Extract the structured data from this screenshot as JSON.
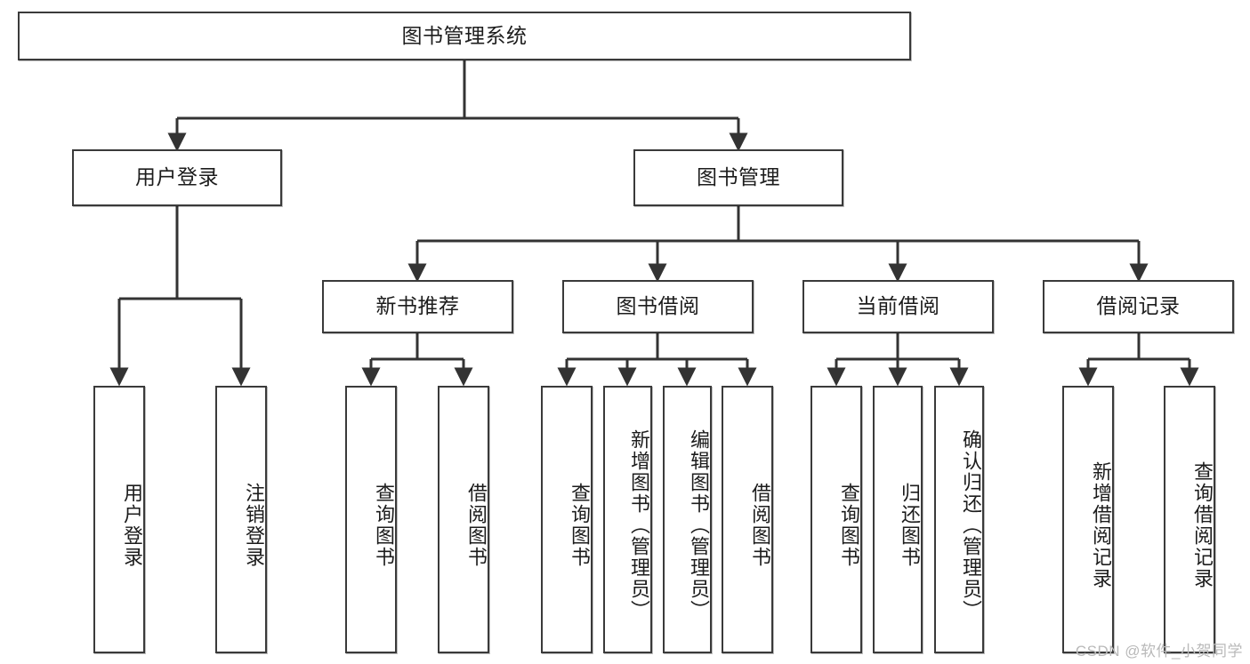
{
  "diagram": {
    "title": "图书管理系统",
    "type": "tree-hierarchy",
    "watermark": "CSDN @软件_小贺同学",
    "colors": {
      "node_border": "#3a3a3a",
      "node_fill": "#ffffff",
      "edge": "#333333",
      "text": "#1c1c1c",
      "watermark": "#b9b9b9"
    },
    "root": {
      "label": "图书管理系统"
    },
    "level2": [
      {
        "label": "用户登录"
      },
      {
        "label": "图书管理"
      }
    ],
    "level3": [
      {
        "label": "新书推荐"
      },
      {
        "label": "图书借阅"
      },
      {
        "label": "当前借阅"
      },
      {
        "label": "借阅记录"
      }
    ],
    "leaves": {
      "user_login": [
        {
          "label": "用户登录"
        },
        {
          "label": "注销登录"
        }
      ],
      "new_book_recommend": [
        {
          "label": "查询图书"
        },
        {
          "label": "借阅图书"
        }
      ],
      "book_borrow": [
        {
          "label": "查询图书"
        },
        {
          "label": "新增图书（管理员）"
        },
        {
          "label": "编辑图书（管理员）"
        },
        {
          "label": "借阅图书"
        }
      ],
      "current_borrow": [
        {
          "label": "查询图书"
        },
        {
          "label": "归还图书"
        },
        {
          "label": "确认归还（管理员）"
        }
      ],
      "borrow_record": [
        {
          "label": "新增借阅记录"
        },
        {
          "label": "查询借阅记录"
        }
      ]
    }
  }
}
